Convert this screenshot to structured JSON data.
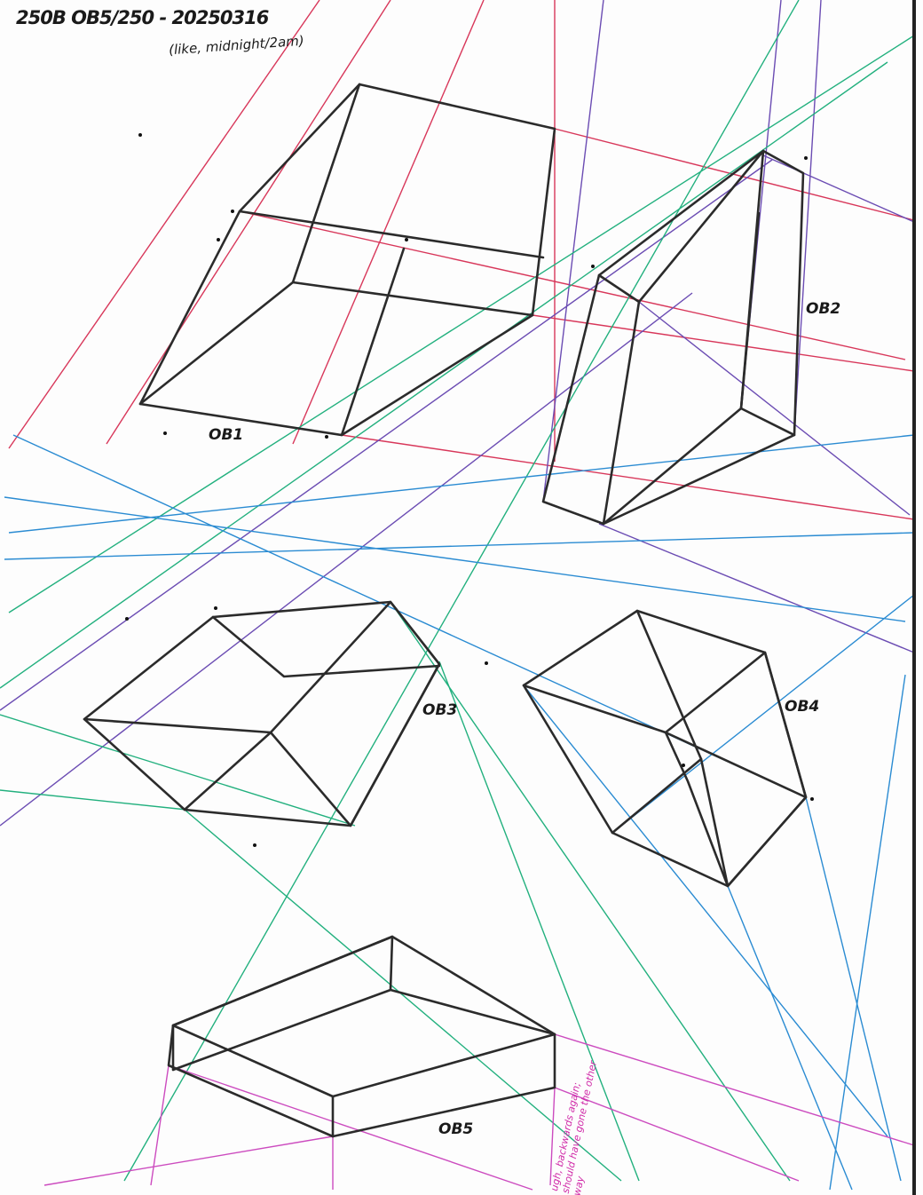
{
  "header": {
    "title": "250B OB5/250 - 20250316",
    "subtitle": "(like, midnight/2am)"
  },
  "labels": {
    "ob1": "OB1",
    "ob2": "OB2",
    "ob3": "OB3",
    "ob4": "OB4",
    "ob5": "OB5"
  },
  "note": "ugh, backwards again; should have gone the other way",
  "colors": {
    "ink": "#2b2b2b",
    "red": "#d8375a",
    "purple": "#6b4cb3",
    "green": "#22b07e",
    "blue": "#2a8bd2",
    "magenta": "#cc4bbf"
  }
}
